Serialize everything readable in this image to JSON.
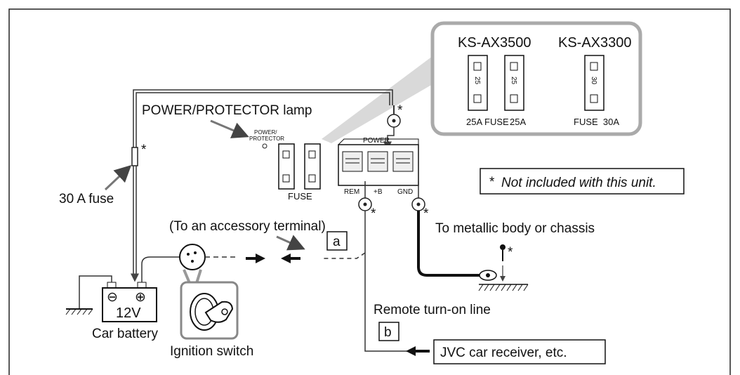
{
  "labels": {
    "power_protector_lamp": "POWER/PROTECTOR lamp",
    "fuse_30a": "30 A fuse",
    "accessory": "(To an accessory terminal)",
    "metallic_body": "To metallic body or chassis",
    "remote_line": "Remote turn-on line",
    "car_battery": "Car battery",
    "ignition_switch": "Ignition switch",
    "receiver": "JVC car receiver, etc.",
    "not_included": "Not included with this unit.",
    "asterisk": "*",
    "marker_a": "a",
    "marker_b": "b"
  },
  "amp": {
    "power_protector_line1": "POWER/",
    "power_protector_line2": "PROTECTOR",
    "fuse": "FUSE",
    "power": "POWER",
    "rem": "REM",
    "plus_b": "+B",
    "gnd": "GND"
  },
  "battery": {
    "voltage": "12V",
    "minus": "⊖",
    "plus": "⊕"
  },
  "inset": {
    "model1": "KS-AX3500",
    "model2": "KS-AX3300",
    "fuse_val_25": "25",
    "fuse_val_30": "30",
    "caption1_a": "25A",
    "caption1_b": "FUSE",
    "caption1_c": "25A",
    "caption2": "FUSE  30A"
  }
}
